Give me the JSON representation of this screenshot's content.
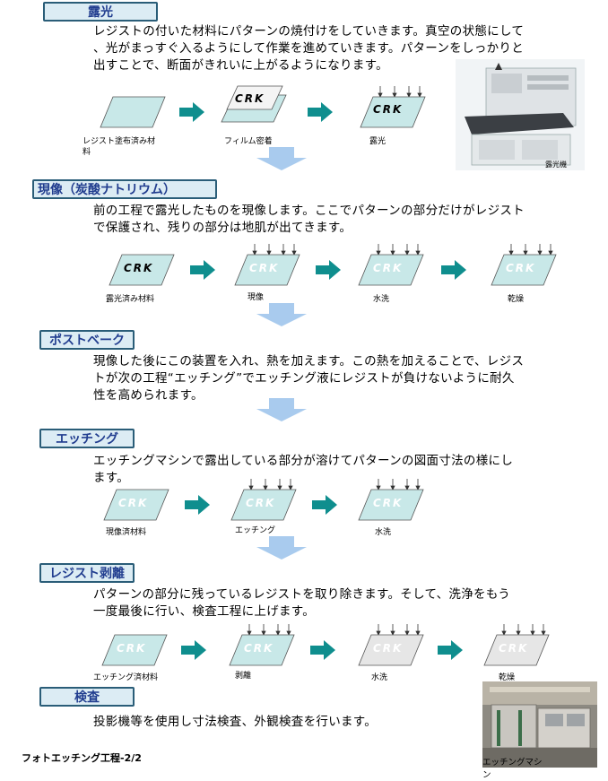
{
  "sections": {
    "exposure": {
      "title": "露光",
      "text": [
        "レジストの付いた材料にパターンの焼付けをしていきます。真空の状態にして",
        "、光がまっすぐ入るようにして作業を進めていきます。パターンをしっかりと",
        "出すことで、断面がきれいに上がるようになります。"
      ],
      "steps": [
        "レジスト塗布済み材",
        "料",
        "フィルム密着",
        "露光"
      ],
      "sheet_label": "CRK",
      "photo_caption": "露光機"
    },
    "develop": {
      "title": "現像（炭酸ナトリウム）",
      "text": [
        "前の工程で露光したものを現像します。ここでパターンの部分だけがレジスト",
        "で保護され、残りの部分は地肌が出てきます。"
      ],
      "steps": [
        "露光済み材料",
        "現像",
        "水洗",
        "乾燥"
      ],
      "sheet_label": "CRK"
    },
    "postbake": {
      "title": "ポストベーク",
      "text": [
        "現像した後にこの装置を入れ、熱を加えます。この熱を加えることで、レジス",
        "トが次の工程“エッチング”でエッチング液にレジストが負けないように耐久",
        "性を高められます。"
      ]
    },
    "etching": {
      "title": "エッチング",
      "text": [
        "エッチングマシンで露出している部分が溶けてパターンの図面寸法の様にし",
        "ます。"
      ],
      "steps": [
        "現像済材料",
        "エッチング",
        "水洗"
      ],
      "sheet_label": "CRK"
    },
    "strip": {
      "title": "レジスト剥離",
      "text": [
        "パターンの部分に残っているレジストを取り除きます。そして、洗浄をもう",
        "一度最後に行い、検査工程に上げます。"
      ],
      "steps": [
        "エッチング済材料",
        "剥離",
        "水洗",
        "乾燥"
      ],
      "sheet_label": "CRK"
    },
    "inspection": {
      "title": "検査",
      "text": [
        "投影機等を使用し寸法検査、外観検査を行います。"
      ],
      "photo_caption": "エッチングマシ",
      "photo_caption2": "ン"
    }
  },
  "footer": "フォトエッチング工程-2/2",
  "colors": {
    "header_bg": "#dcecf4",
    "header_border": "#2a5d78",
    "header_text": "#213d8f",
    "sheet_fill": "#c8e8e8",
    "sheet_gray": "#e6e6e6",
    "arrow_teal": "#0f8e8e",
    "arrow_down": "#a9cbee"
  }
}
